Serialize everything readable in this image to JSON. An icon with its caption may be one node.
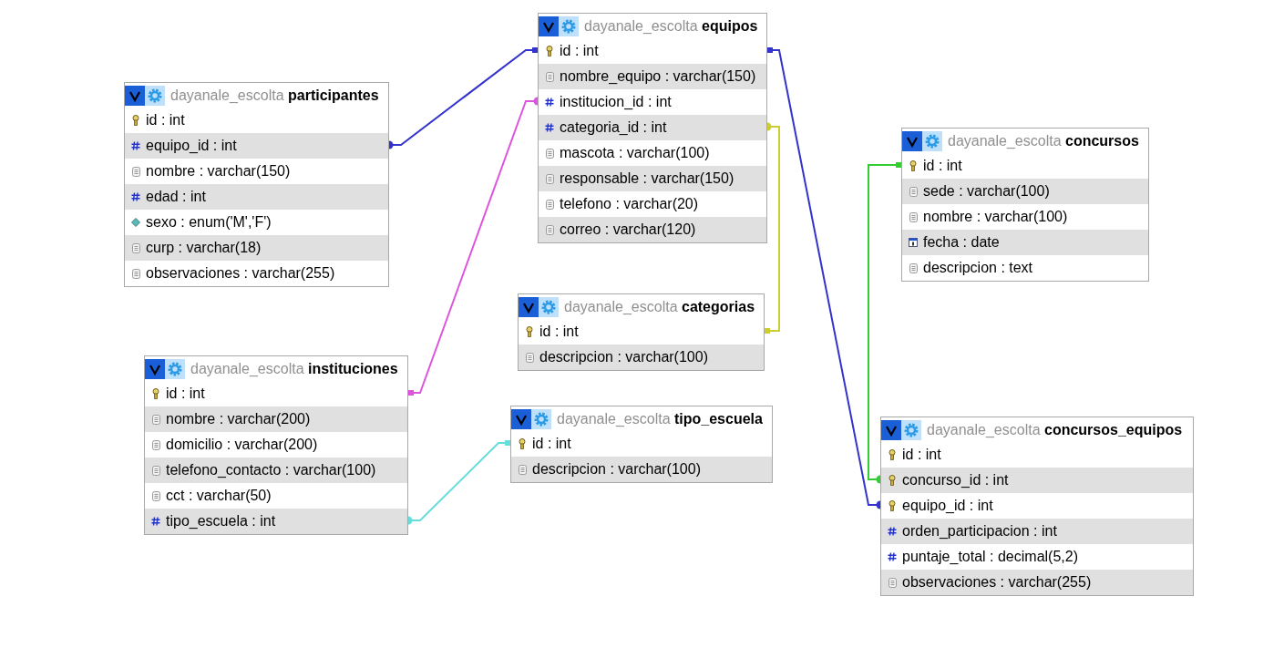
{
  "diagram": {
    "nodes": [
      {
        "text": [
          "dayanale_escolta **participantes**",
          "id : int",
          "equipo_id : int",
          "nombre : varchar(150)",
          "edad : int",
          "sexo : enum('M','F')",
          "curp : varchar(18)",
          "observaciones : varchar(255)"
        ]
      },
      {
        "text": [
          "dayanale_escolta **equipos**",
          "id : int",
          "nombre_equipo : varchar(150)",
          "institucion_id : int",
          "categoria_id : int",
          "mascota : varchar(100)",
          "responsable : varchar(150)",
          "telefono : varchar(20)",
          "correo : varchar(120)"
        ]
      },
      {
        "text": [
          "dayanale_escolta **concursos**",
          "id : int",
          "sede : varchar(100)",
          "nombre : varchar(100)",
          "fecha : date",
          "descripcion : text"
        ]
      },
      {
        "text": [
          "dayanale_escolta **categorias**",
          "id : int",
          "descripcion : varchar(100)"
        ]
      },
      {
        "text": [
          "dayanale_escolta **instituciones**",
          "id : int",
          "nombre : varchar(200)",
          "domicilio : varchar(200)",
          "telefono_contacto : varchar(100)",
          "cct : varchar(50)",
          "tipo_escuela : int"
        ]
      },
      {
        "text": [
          "dayanale_escolta **tipo_escuela**",
          "id : int",
          "descripcion : varchar(100)"
        ]
      },
      {
        "text": [
          "dayanale_escolta **concursos_equipos**",
          "id : int",
          "concurso_id : int",
          "equipo_id : int",
          "orden_participacion : int",
          "puntaje_total : decimal(5,2)",
          "observaciones : varchar(255)"
        ]
      }
    ],
    "edges": [
      {
        "from": 0,
        "to": 1,
        "arrow": "other",
        "color": "#3333cc"
      },
      {
        "from": 1,
        "to": 4,
        "arrow": "other",
        "color": "#dd55dd"
      },
      {
        "from": 1,
        "to": 3,
        "arrow": "other",
        "color": "#cccc33"
      },
      {
        "from": 6,
        "to": 1,
        "arrow": "other",
        "color": "#3333cc"
      },
      {
        "from": 6,
        "to": 2,
        "arrow": "other",
        "color": "#33cc33"
      },
      {
        "from": 4,
        "to": 5,
        "arrow": "other",
        "color": "#66dddd"
      }
    ]
  }
}
